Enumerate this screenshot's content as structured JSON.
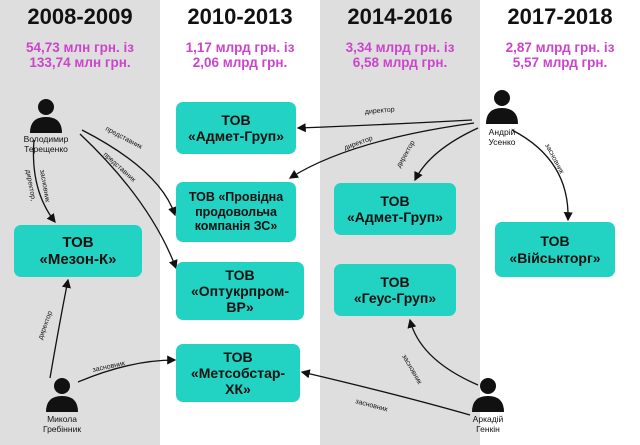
{
  "columns": [
    {
      "period": "2008-2009",
      "amount_line1": "54,73 млн грн. із",
      "amount_line2": "133,74 млн грн."
    },
    {
      "period": "2010-2013",
      "amount_line1": "1,17 млрд грн. із",
      "amount_line2": "2,06 млрд грн."
    },
    {
      "period": "2014-2016",
      "amount_line1": "3,34 млрд грн. із",
      "amount_line2": "6,58 млрд грн."
    },
    {
      "period": "2017-2018",
      "amount_line1": "2,87 млрд грн. із",
      "amount_line2": "5,57 млрд грн."
    }
  ],
  "companies": {
    "mezon": {
      "l1": "ТОВ",
      "l2": "«Мезон-К»"
    },
    "admet1": {
      "l1": "ТОВ",
      "l2": "«Адмет-Груп»"
    },
    "provid": {
      "l1": "ТОВ «Провідна",
      "l2": "продовольча",
      "l3": "компанія ЗС»"
    },
    "optuk": {
      "l1": "ТОВ",
      "l2": "«Оптукрпром-",
      "l3": "ВР»"
    },
    "metso": {
      "l1": "ТОВ",
      "l2": "«Метсобстар-",
      "l3": "ХК»"
    },
    "admet2": {
      "l1": "ТОВ",
      "l2": "«Адмет-Груп»"
    },
    "geus": {
      "l1": "ТОВ",
      "l2": "«Геус-Груп»"
    },
    "viysk": {
      "l1": "ТОВ",
      "l2": "«Військторг»"
    }
  },
  "people": {
    "tereshchenko": {
      "l1": "Володимир",
      "l2": "Терещенко"
    },
    "grebinnyk": {
      "l1": "Микола",
      "l2": "Гребінник"
    },
    "usenko": {
      "l1": "Андрій",
      "l2": "Усенко"
    },
    "genkin": {
      "l1": "Аркадій",
      "l2": "Генкін"
    }
  },
  "relations": {
    "director": "директор",
    "director_founder": "директор,",
    "founder": "засновник",
    "representative": "представник"
  },
  "colors": {
    "box": "#22d2c2",
    "amount": "#cc44cc",
    "gray_col": "#dedede"
  }
}
